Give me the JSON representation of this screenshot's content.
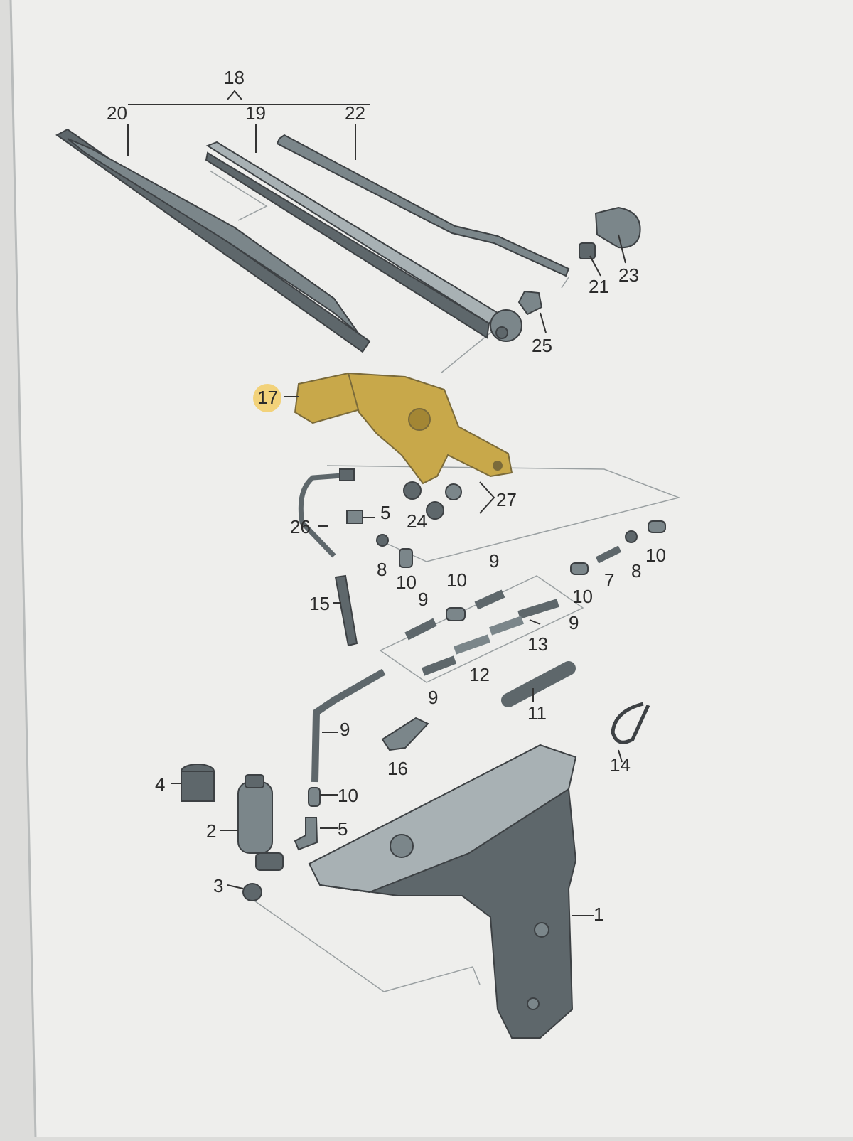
{
  "callouts": [
    "18",
    "20",
    "19",
    "22",
    "23",
    "21",
    "25",
    "17",
    "27",
    "24",
    "5",
    "26",
    "8",
    "10",
    "9",
    "10",
    "9",
    "7",
    "8",
    "10",
    "10",
    "9",
    "15",
    "13",
    "12",
    "9",
    "11",
    "9",
    "16",
    "14",
    "4",
    "10",
    "2",
    "5",
    "3",
    "1"
  ],
  "colors": {
    "screen": "#eeeeec",
    "part_dark": "#5e676b",
    "highlight": "#c8a84a",
    "highlight_badge": "#f2d27a"
  }
}
